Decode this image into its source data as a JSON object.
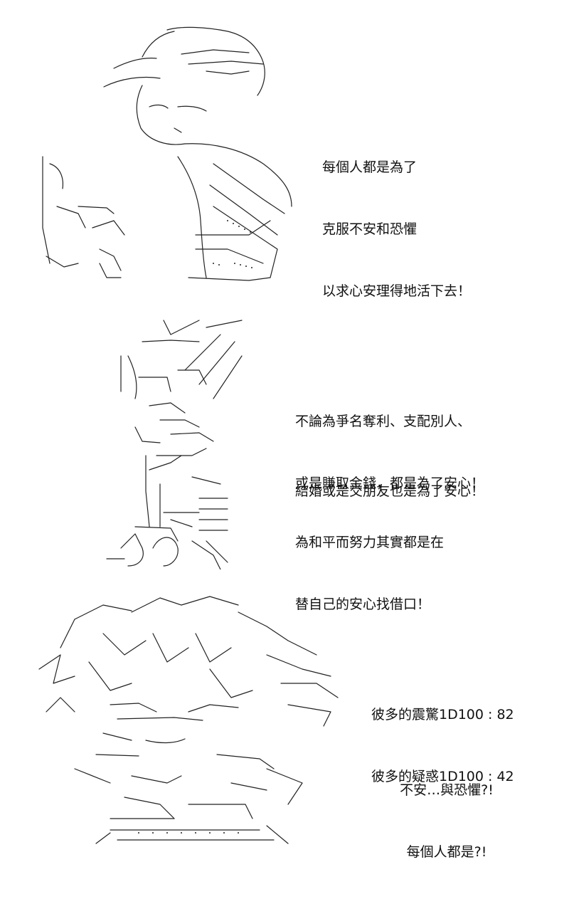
{
  "panel1": {
    "caption_lines": [
      "每個人都是為了",
      "克服不安和恐懼",
      "以求心安理得地活下去！"
    ]
  },
  "panel2": {
    "paragraphs": [
      [
        "不論為爭名奪利、支配別人、",
        "或是賺取金錢，都是為了安心！"
      ],
      [
        "結婚或是交朋友也是為了安心！"
      ],
      [
        "為和平而努力其實都是在",
        "替自己的安心找借口！"
      ]
    ]
  },
  "panel3": {
    "dice_lines": [
      "彼多的震驚1D100 : 82",
      "彼多的疑惑1D100 : 42"
    ],
    "question_lines": [
      "不安…與恐懼?!",
      "每個人都是?!"
    ]
  }
}
